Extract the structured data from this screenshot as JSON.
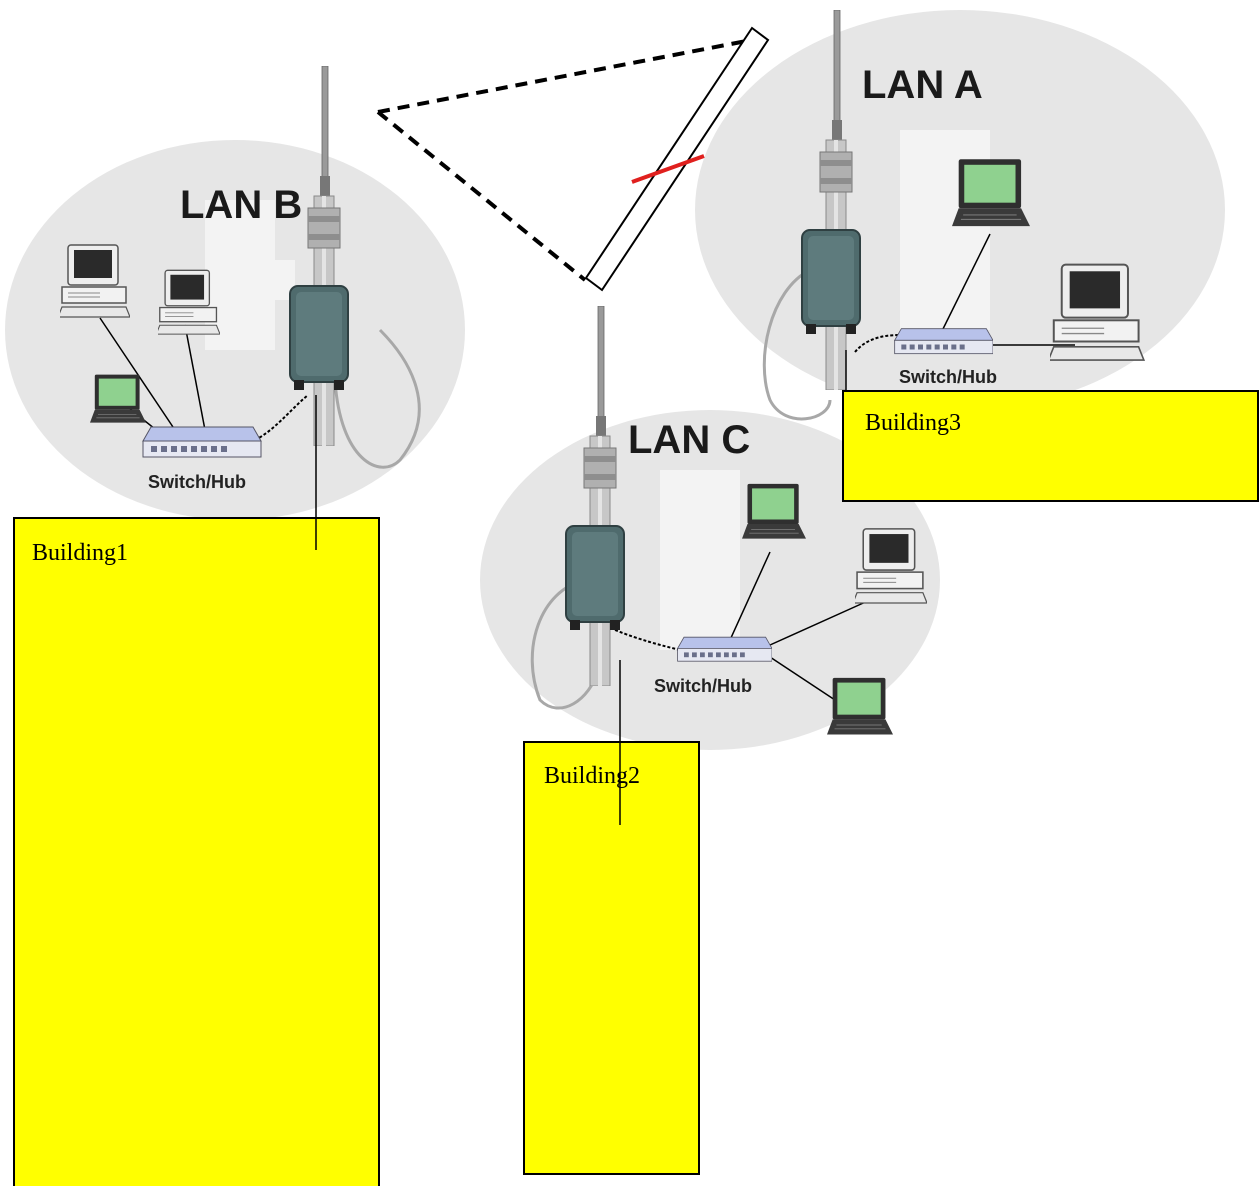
{
  "colors": {
    "building_fill": "#ffff00",
    "building_border": "#000000",
    "lan_background": "#e6e6e6",
    "screen_green": "#8fd18f",
    "screen_dark": "#222222",
    "router_body": "#4f6b6d",
    "switch_body": "#c9d0ea",
    "cable": "#a8a8a8",
    "link_dashed": "#000000",
    "obstacle_mark": "#e0201e"
  },
  "lans": [
    {
      "id": "lan-b",
      "label": "LAN B",
      "switch_label": "Switch/Hub"
    },
    {
      "id": "lan-c",
      "label": "LAN C",
      "switch_label": "Switch/Hub"
    },
    {
      "id": "lan-a",
      "label": "LAN A",
      "switch_label": "Switch/Hub"
    }
  ],
  "buildings": [
    {
      "id": "building1",
      "label": "Building1"
    },
    {
      "id": "building2",
      "label": "Building2"
    },
    {
      "id": "building3",
      "label": "Building3"
    }
  ],
  "icons": {
    "antenna": "antenna-mast-icon",
    "access_point": "outdoor-access-point-icon",
    "switch": "switch-hub-icon",
    "desktop": "desktop-computer-icon",
    "laptop": "laptop-icon"
  }
}
